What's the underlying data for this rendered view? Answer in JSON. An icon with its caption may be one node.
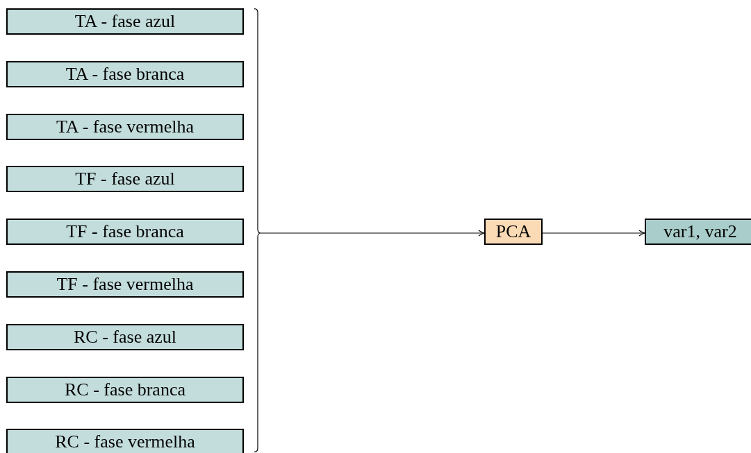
{
  "diagram": {
    "nodes": [
      {
        "text": [
          "TA - fase azul"
        ]
      },
      {
        "text": [
          "TA - fase branca"
        ]
      },
      {
        "text": [
          "TA - fase vermelha"
        ]
      },
      {
        "text": [
          "TF - fase azul"
        ]
      },
      {
        "text": [
          "TF - fase branca"
        ]
      },
      {
        "text": [
          "TF - fase vermelha"
        ]
      },
      {
        "text": [
          "RC - fase azul"
        ]
      },
      {
        "text": [
          "RC - fase branca"
        ]
      },
      {
        "text": [
          "RC - fase vermelha"
        ]
      },
      {
        "text": [],
        "shape": "brace"
      },
      {
        "text": [
          "PCA"
        ]
      },
      {
        "text": [
          "var1, var2"
        ]
      }
    ],
    "edges": [
      {
        "from": 9,
        "to": 10,
        "arrow": "to"
      },
      {
        "from": 10,
        "to": 11,
        "arrow": "to"
      }
    ]
  }
}
